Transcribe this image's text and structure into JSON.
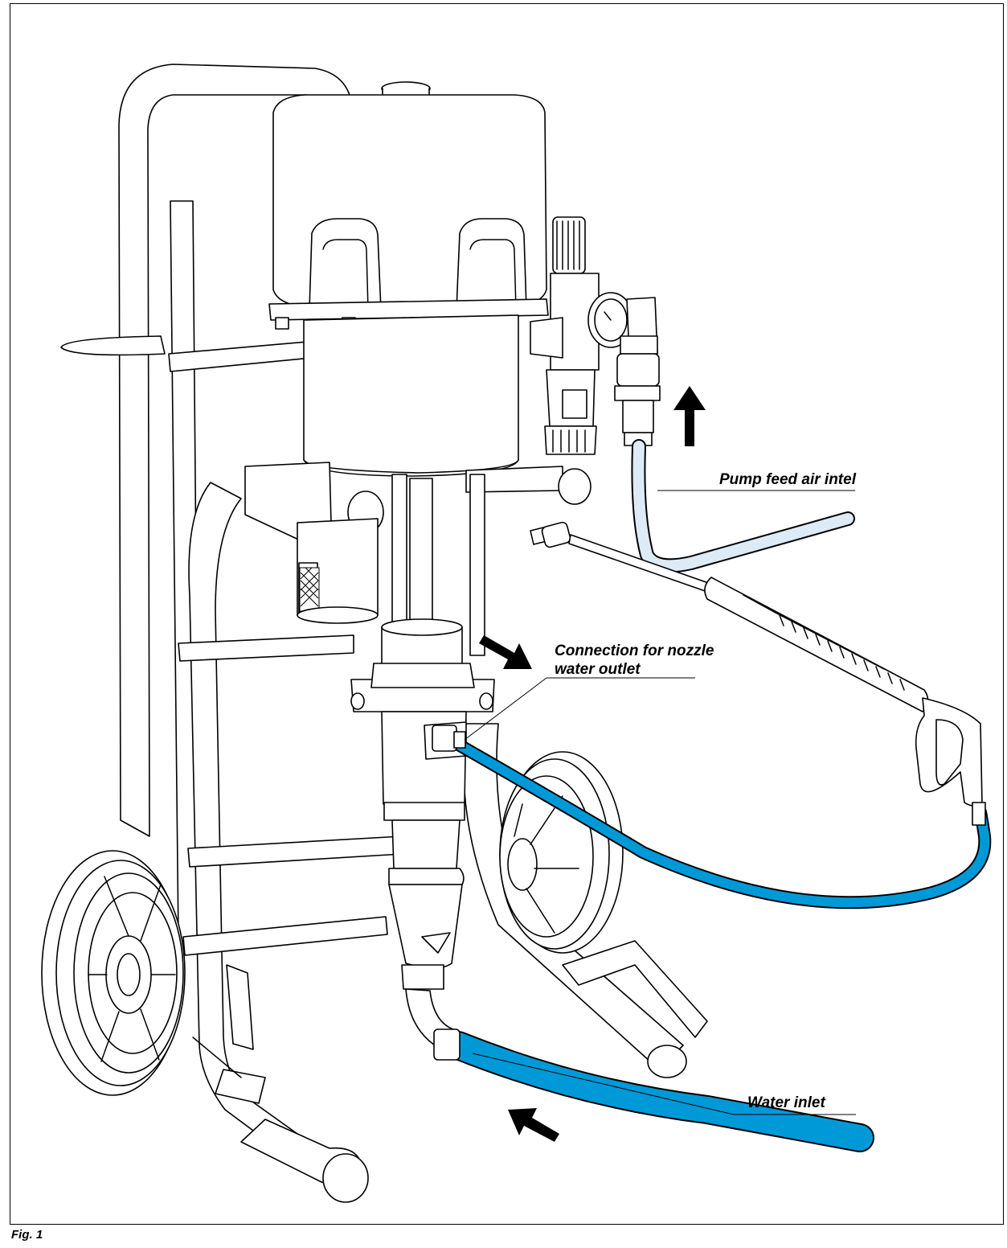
{
  "figure": {
    "caption": "Fig. 1"
  },
  "callouts": {
    "air_inlet": "Pump feed air intel",
    "nozzle_outlet_line1": "Connection for nozzle",
    "nozzle_outlet_line2": "water outlet",
    "water_inlet": "Water inlet"
  },
  "colors": {
    "outline": "#000000",
    "water_hose": "#0099d8",
    "air_hose": "#dcebf6",
    "background": "#ffffff"
  },
  "flow_arrows": [
    {
      "name": "air-flow-arrow",
      "direction": "up"
    },
    {
      "name": "outlet-flow-arrow",
      "direction": "down-right"
    },
    {
      "name": "inlet-flow-arrow",
      "direction": "up-left"
    }
  ]
}
